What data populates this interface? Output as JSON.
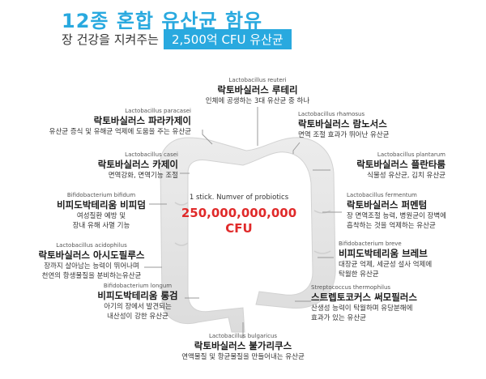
{
  "header": {
    "title": "12종 혼합 유산균 함유",
    "subtitle_prefix": "장 건강을 지켜주는",
    "subtitle_badge": "2,500억 CFU 유산균"
  },
  "center": {
    "caption": "1 stick. Numver of probiotics",
    "count": "250,000,000,000",
    "unit": "CFU"
  },
  "strains": {
    "reuteri": {
      "latin": "Lactobacillus reuteri",
      "name": "락토바실러스 루테리",
      "desc": [
        "인체에 공생하는 3대 유산균 중 하나"
      ]
    },
    "paracasei": {
      "latin": "Lactobacillus paracasei",
      "name": "락토바실러스 파라카제이",
      "desc": [
        "유산균 증식 및 유해균 억제에 도움을 주는 유산균"
      ]
    },
    "rhamnosus": {
      "latin": "Lactobacillus rhamosus",
      "name": "락토바실러스 람노서스",
      "desc": [
        "면역 조절 효과가 뛰어난 유산균"
      ]
    },
    "casei": {
      "latin": "Lactobacillus casei",
      "name": "락토바실러스 카제이",
      "desc": [
        "면역강화, 면역기능 조절"
      ]
    },
    "plantarum": {
      "latin": "Lactobacillus plantarum",
      "name": "락토바실러스 플란타룸",
      "desc": [
        "식물성 유산균, 김치 유산균"
      ]
    },
    "bifidum": {
      "latin": "Bifidobacterium bifidum",
      "name": "비피도박테리움 비피덤",
      "desc": [
        "여성질환 예방 및",
        "장내 유해 사멸 기능"
      ]
    },
    "fermentum": {
      "latin": "Lactobacillus fermentum",
      "name": "락토바실러스 퍼멘텀",
      "desc": [
        "장 면역조절 능력, 병원균이 장벽에",
        "흡착하는 것을 억제하는 유산균"
      ]
    },
    "acidophilus": {
      "latin": "Lactobacillus acidophilus",
      "name": "락토바실러스 아시도필루스",
      "desc": [
        "장까지 살아남는 능력이 뛰어나며",
        "천연의 항생물질을 분비하는유산균"
      ]
    },
    "breve": {
      "latin": "Bifidobacterium breve",
      "name": "비피도박테리움 브레브",
      "desc": [
        "대장균 억제, 세균성 설사 억제에",
        "탁월한 유산균"
      ]
    },
    "longum": {
      "latin": "Bifidobacterium longum",
      "name": "비피도박테리움 롱검",
      "desc": [
        "아기의 장에서 발견되는",
        "내산성이 강한 유산균"
      ]
    },
    "thermophilus": {
      "latin": "Streptococcus thermophilus",
      "name": "스트렙토코커스 써모필러스",
      "desc": [
        "산생성 능력이 탁월하며 유당분해에",
        "효과가 있는 유산균"
      ]
    },
    "bulgaricus": {
      "latin": "Lactobacillus bulgaricus",
      "name": "락토바실러스 불가리쿠스",
      "desc": [
        "연액물질 및 항균물질을 만들어내는 유산균"
      ]
    }
  },
  "colors": {
    "accent": "#29a9df",
    "highlight": "#e02a2a",
    "intestine_fill": "#e6e6e6",
    "connector": "#9a9a9a"
  }
}
